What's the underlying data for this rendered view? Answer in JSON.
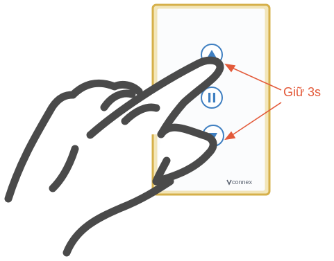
{
  "annotation": {
    "label": "Giữ 3s",
    "color": "#e35a3a"
  },
  "panel": {
    "brand": "Vconnex",
    "frame_color": "#d6b04a",
    "face_color": "#fbfcfd",
    "buttons": [
      {
        "name": "up-button",
        "icon": "triangle-up-icon"
      },
      {
        "name": "pause-button",
        "icon": "pause-icon"
      },
      {
        "name": "down-button",
        "icon": "triangle-down-icon"
      }
    ],
    "button_color": "#3f7fc1"
  },
  "hand": {
    "stroke_color": "#4a4a4a"
  }
}
